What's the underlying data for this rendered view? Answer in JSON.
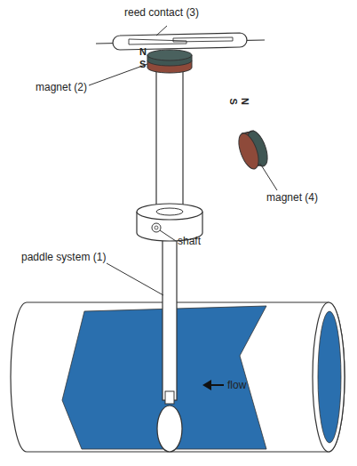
{
  "diagram": {
    "labels": [
      "reed contact (3)",
      "N",
      "S",
      "magnet (2)",
      "S",
      "N",
      "magnet (4)",
      "shaft",
      "paddle system (1)",
      "flow"
    ]
  }
}
